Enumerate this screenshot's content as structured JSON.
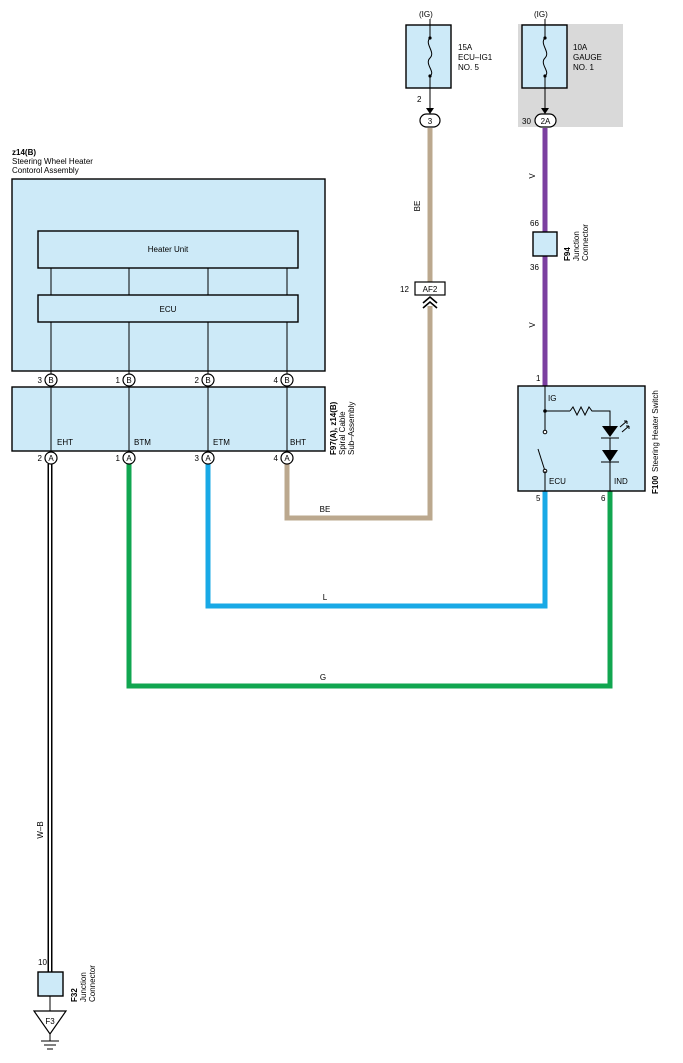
{
  "colors": {
    "component_fill": "#cdeaf8",
    "fuse_area_fill": "#d9d9d9",
    "wire_BE": "#bba88e",
    "wire_V": "#7b3fa0",
    "wire_L": "#19a9e6",
    "wire_G": "#11a650",
    "wire_WB": "#000000"
  },
  "fuses": {
    "ecu_ig1": {
      "power": "(IG)",
      "rating": "15A",
      "name_line1": "ECU–IG1",
      "name_line2": "NO. 5",
      "pin": "2",
      "connector": "3"
    },
    "gauge": {
      "power": "(IG)",
      "rating": "10A",
      "name_line1": "GAUGE",
      "name_line2": "NO. 1",
      "pin": "30",
      "connector": "2A"
    }
  },
  "heater_assembly": {
    "code": "z14(B)",
    "name_line1": "Steering Wheel Heater",
    "name_line2": "Contorol Assembly",
    "heater_unit": "Heater Unit",
    "ecu": "ECU",
    "pins": [
      {
        "num": "3",
        "conn": "B"
      },
      {
        "num": "1",
        "conn": "B"
      },
      {
        "num": "2",
        "conn": "B"
      },
      {
        "num": "4",
        "conn": "B"
      }
    ]
  },
  "spiral_cable": {
    "code": "F97(A), z14(B)",
    "name_line1": "Spiral Cable",
    "name_line2": "Sub–Assembly",
    "terminals": [
      "EHT",
      "BTM",
      "ETM",
      "BHT"
    ],
    "pins": [
      {
        "num": "2",
        "conn": "A"
      },
      {
        "num": "1",
        "conn": "A"
      },
      {
        "num": "3",
        "conn": "A"
      },
      {
        "num": "4",
        "conn": "A"
      }
    ]
  },
  "junction_f94": {
    "code": "F94",
    "name_line1": "Junction",
    "name_line2": "Connector",
    "pin_top": "66",
    "pin_bottom": "36"
  },
  "junction_f32": {
    "code": "F32",
    "name_line1": "Junction",
    "name_line2": "Connector",
    "pin_top": "10"
  },
  "inline_connector": {
    "pin": "12",
    "name": "AF2"
  },
  "switch": {
    "code": "F100",
    "name": "Steering Heater Switch",
    "term_ig": "IG",
    "term_ecu": "ECU",
    "term_ind": "IND",
    "pin_ig": "1",
    "pin_ecu": "5",
    "pin_ind": "6"
  },
  "wires": {
    "be_top": "BE",
    "v_top": "V",
    "v_bottom": "V",
    "be_bottom": "BE",
    "l": "L",
    "g": "G",
    "wb": "W–B"
  },
  "ground": {
    "label": "F3"
  }
}
